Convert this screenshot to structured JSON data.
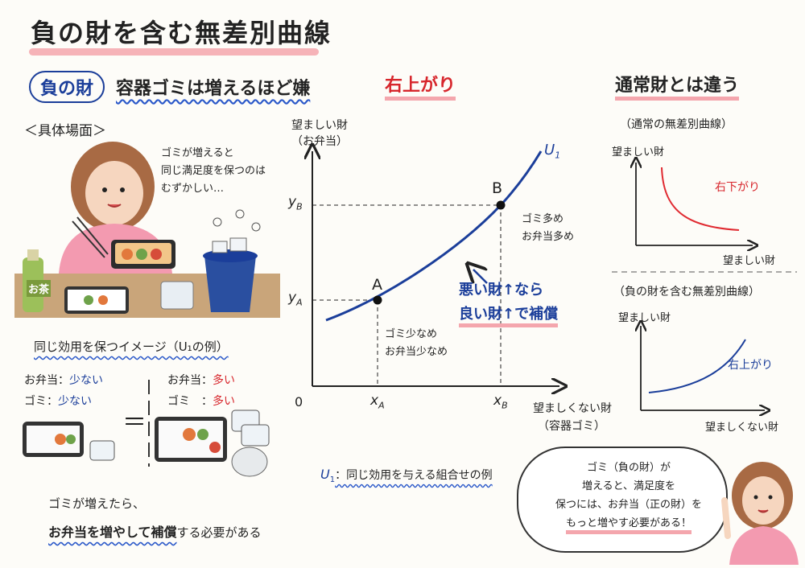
{
  "title": "負の財を含む無差別曲線",
  "left": {
    "pill": "負の財",
    "heading": "容器ゴミは増えるほど嫌",
    "scene_label": "＜具体場面＞",
    "thought": [
      "ゴミが増えると",
      "同じ満足度を保つのは",
      "むずかしい…"
    ],
    "tea_label": "お茶",
    "image_caption": "同じ効用を保つイメージ（U₁の例）",
    "left_case": {
      "bento_label": "お弁当：",
      "bento_value": "少ない",
      "trash_label": "ゴミ：",
      "trash_value": "少ない"
    },
    "right_case": {
      "bento_label": "お弁当：",
      "bento_value": "多い",
      "trash_label": "ゴミ　：",
      "trash_value": "多い"
    },
    "equals": "＝",
    "conclusion_1": "ゴミが増えたら、",
    "conclusion_2a": "お弁当を増やして補償",
    "conclusion_2b": "する必要がある"
  },
  "center": {
    "heading": "右上がり",
    "y_axis_label_1": "望ましい財",
    "y_axis_label_2": "（お弁当）",
    "x_axis_label_1": "望ましくない財",
    "x_axis_label_2": "（容器ゴミ）",
    "origin": "0",
    "curve_label": "U",
    "curve_sub": "1",
    "point_a": "A",
    "point_b": "B",
    "tick_ya": "y",
    "tick_ya_sub": "A",
    "tick_yb": "y",
    "tick_yb_sub": "B",
    "tick_xa": "x",
    "tick_xa_sub": "A",
    "tick_xb": "x",
    "tick_xb_sub": "B",
    "note_b_1": "ゴミ多め",
    "note_b_2": "お弁当多め",
    "note_a_1": "ゴミ少なめ",
    "note_a_2": "お弁当少なめ",
    "callout_1": "悪い財↑なら",
    "callout_2": "良い財↑で補償",
    "legend_u": "U",
    "legend_sub": "1",
    "legend_text": "：同じ効用を与える組合せの例"
  },
  "right": {
    "heading": "通常財とは違う",
    "normal_title": "（通常の無差別曲線）",
    "normal_y": "望ましい財",
    "normal_x": "望ましい財",
    "normal_curve_label": "右下がり",
    "negative_title": "（負の財を含む無差別曲線）",
    "negative_y": "望ましい財",
    "negative_x": "望ましくない財",
    "negative_curve_label": "右上がり",
    "bubble_1": "ゴミ（負の財）が",
    "bubble_2": "増えると、満足度を",
    "bubble_3": "保つには、お弁当（正の財）を",
    "bubble_4": "もっと増やす必要がある！"
  },
  "colors": {
    "curve_blue": "#1b3e9a",
    "accent_red": "#d7262c",
    "highlight_pink": "#f4a6ad"
  }
}
